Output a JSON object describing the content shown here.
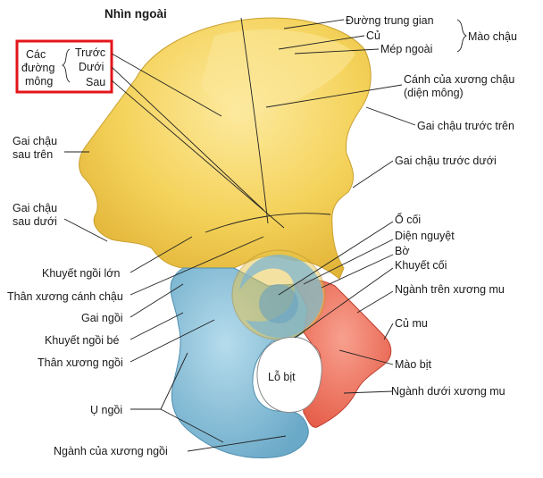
{
  "title": "Nhìn ngoài",
  "gluteal_lines": {
    "group": [
      "Các",
      "đường",
      "mông"
    ],
    "anterior": "Trước",
    "inferior": "Dưới",
    "posterior": "Sau"
  },
  "labels": {
    "crest_intermediate": "Đường trung gian",
    "tubercle": "Củ",
    "outer_lip": "Mép ngoài",
    "iliac_crest": "Mào chậu",
    "wing_line1": "Cánh của xương chậu",
    "wing_line2": "(diện mông)",
    "asis": "Gai chậu trước trên",
    "aiis": "Gai chậu trước dưới",
    "acetabulum": "Ổ cối",
    "lunate": "Diện nguyệt",
    "rim": "Bờ",
    "acetabular_notch": "Khuyết cối",
    "superior_pubic_ramus": "Ngành trên xương mu",
    "pubic_tubercle": "Củ mu",
    "obturator_crest": "Mào bịt",
    "inferior_pubic_ramus": "Ngành dưới xương mu",
    "obturator_foramen": "Lỗ bịt",
    "psis_line1": "Gai chậu",
    "psis_line2": "sau trên",
    "piis_line1": "Gai chậu",
    "piis_line2": "sau dưới",
    "greater_sciatic_notch": "Khuyết ngồi lớn",
    "body_ilium": "Thân xương cánh chậu",
    "ischial_spine": "Gai ngồi",
    "lesser_sciatic_notch": "Khuyết ngồi bé",
    "body_ischium": "Thân xương ngồi",
    "ischial_tuberosity": "Ụ ngồi",
    "ischial_ramus": "Ngành của xương ngồi"
  },
  "colors": {
    "ilium": "#f3cf4f",
    "ilium_light": "#fbe89a",
    "ischium": "#86bfd9",
    "pubis": "#ef6e5a",
    "highlight_box": "#e3151a"
  }
}
